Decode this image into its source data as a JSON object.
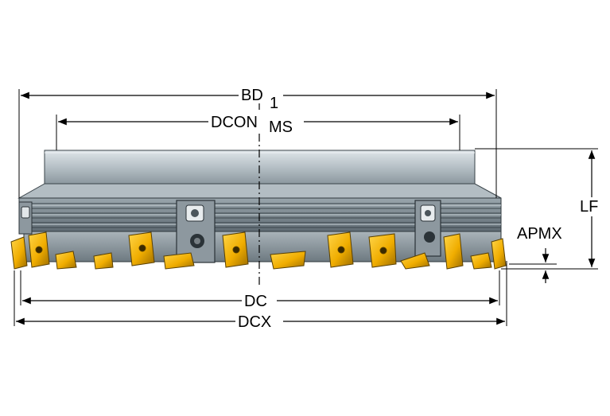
{
  "labels": {
    "bd": "BD",
    "bd_sub": "1",
    "dcon": "DCON",
    "dcon_sub": "MS",
    "lf": "LF",
    "apmx": "APMX",
    "dc": "DC",
    "dcx": "DCX"
  },
  "colors": {
    "body_light": "#c9d1d6",
    "body_mid": "#9aa6ad",
    "body_dark": "#56626a",
    "insert_gold": "#f2b400",
    "insert_dark": "#8a6400",
    "line": "#000000"
  }
}
